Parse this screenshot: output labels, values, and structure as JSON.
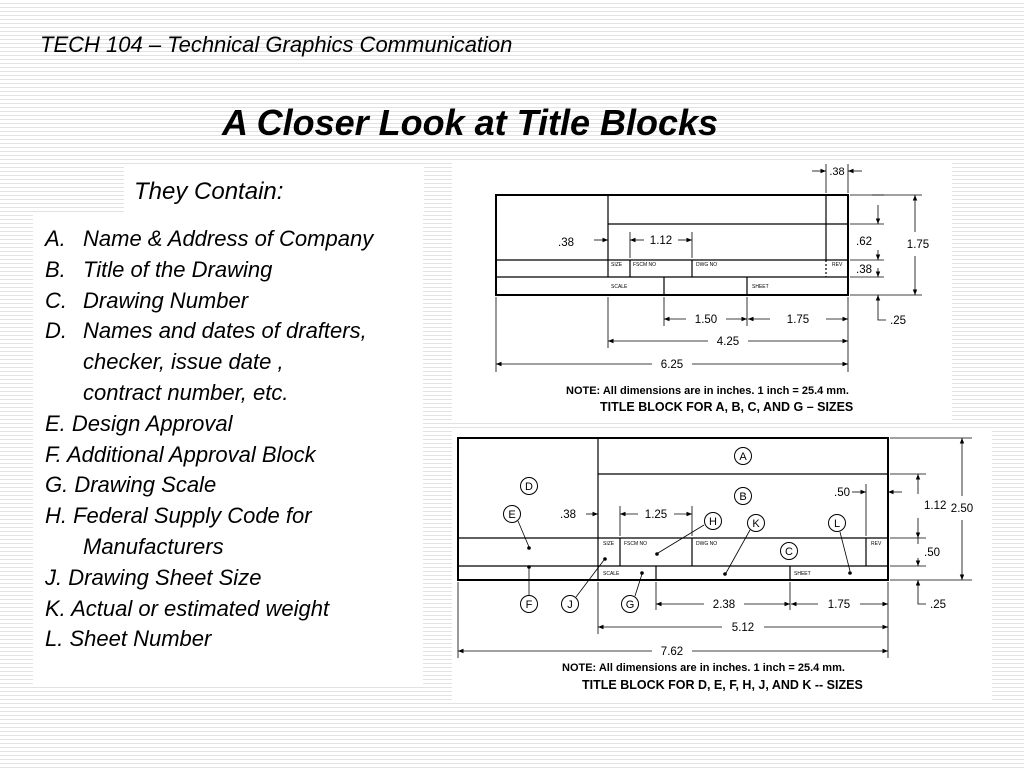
{
  "header": "TECH 104 – Technical Graphics Communication",
  "title": "A Closer Look at Title Blocks",
  "subtitle": "They Contain:",
  "items": [
    {
      "letter": "A.",
      "text": "Name & Address of Company"
    },
    {
      "letter": "B.",
      "text": "Title of the Drawing"
    },
    {
      "letter": "C.",
      "text": "Drawing Number"
    },
    {
      "letter": "D.",
      "text": "Names and dates of drafters,"
    },
    {
      "cont": "checker, issue date ,"
    },
    {
      "cont": "contract number, etc."
    },
    {
      "line": "E. Design Approval"
    },
    {
      "line": "F. Additional Approval Block"
    },
    {
      "line": "G. Drawing Scale"
    },
    {
      "line": "H. Federal Supply Code for"
    },
    {
      "cont": "Manufacturers"
    },
    {
      "line": "J. Drawing Sheet Size"
    },
    {
      "line": "K. Actual or estimated weight"
    },
    {
      "line": "L. Sheet Number"
    }
  ],
  "fig1": {
    "dims": {
      "d38_top": ".38",
      "d38_left": ".38",
      "d112": "1.12",
      "d62": ".62",
      "d38_right": ".38",
      "d175_right": "1.75",
      "d25": ".25",
      "d150": "1.50",
      "d175_bottom": "1.75",
      "d425": "4.25",
      "d625": "6.25"
    },
    "cells": {
      "size": "SIZE",
      "fscm": "FSCM NO",
      "dwg": "DWG NO",
      "rev": "REV",
      "scale": "SCALE",
      "sheet": "SHEET"
    },
    "note": "NOTE: All dimensions are in inches. 1 inch = 25.4 mm.",
    "caption": "TITLE BLOCK FOR A, B, C, AND G – SIZES"
  },
  "fig2": {
    "dims": {
      "d38": ".38",
      "d125": "1.25",
      "d50_top": ".50",
      "d112": "1.12",
      "d50_right": ".50",
      "d250": "2.50",
      "d25": ".25",
      "d238": "2.38",
      "d175": "1.75",
      "d512": "5.12",
      "d762": "7.62"
    },
    "cells": {
      "size": "SIZE",
      "fscm": "FSCM NO",
      "dwg": "DWG NO",
      "rev": "REV",
      "scale": "SCALE",
      "sheet": "SHEET"
    },
    "labels": {
      "A": "A",
      "B": "B",
      "C": "C",
      "D": "D",
      "E": "E",
      "F": "F",
      "G": "G",
      "H": "H",
      "J": "J",
      "K": "K",
      "L": "L"
    },
    "note": "NOTE: All dimensions are in inches. 1 inch = 25.4 mm.",
    "caption": "TITLE BLOCK FOR D, E, F, H, J, AND K -- SIZES"
  }
}
